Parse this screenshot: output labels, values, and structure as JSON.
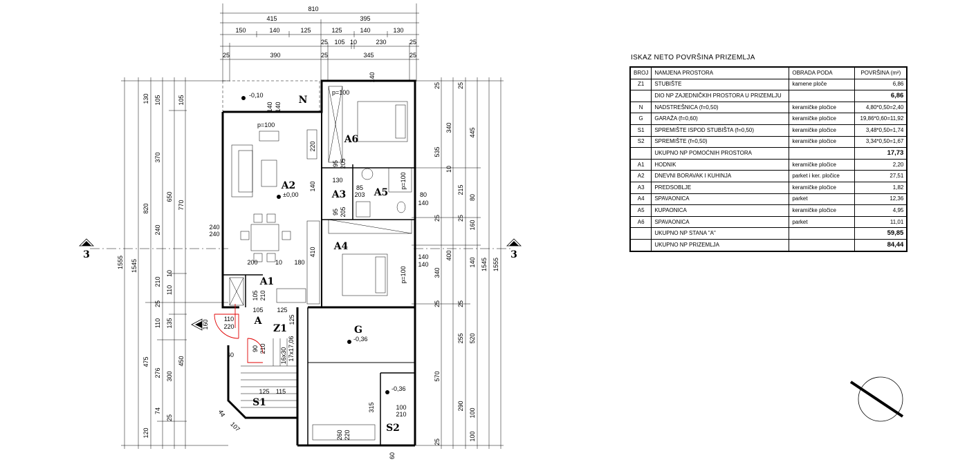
{
  "table": {
    "title": "ISKAZ NETO POVRŠINA PRIZEMLJA",
    "headers": [
      "BROJ",
      "NAMJENA PROSTORA",
      "OBRADA PODA",
      "POVRŠINA (m²)"
    ],
    "rows": [
      {
        "num": "Z1",
        "name": "STUBIŠTE",
        "floor": "kamene ploče",
        "area": "6,86",
        "type": "row"
      },
      {
        "num": "",
        "name": "DIO NP ZAJEDNIČKIH PROSTORA U PRIZEMLJU",
        "floor": "",
        "area": "6,86",
        "type": "sum"
      },
      {
        "num": "N",
        "name": "NADSTREŠNICA (f=0,50)",
        "floor": "keramičke pločice",
        "area": "4,80*0,50=2,40",
        "type": "row"
      },
      {
        "num": "G",
        "name": "GARAŽA (f=0,60)",
        "floor": "keramičke pločice",
        "area": "19,86*0,60=11,92",
        "type": "row"
      },
      {
        "num": "S1",
        "name": "SPREMIŠTE ISPOD STUBIŠTA (f=0,50)",
        "floor": "keramičke pločice",
        "area": "3,48*0,50=1,74",
        "type": "row"
      },
      {
        "num": "S2",
        "name": "SPREMIŠTE (f=0,50)",
        "floor": "keramičke pločice",
        "area": "3,34*0,50=1,67",
        "type": "row"
      },
      {
        "num": "",
        "name": "UKUPNO NP POMOĆNIH PROSTORA",
        "floor": "",
        "area": "17,73",
        "type": "sum"
      },
      {
        "num": "A1",
        "name": "HODNIK",
        "floor": "keramičke pločice",
        "area": "2,20",
        "type": "row"
      },
      {
        "num": "A2",
        "name": "DNEVNI BORAVAK I KUHINJA",
        "floor": "parket i ker. pločice",
        "area": "27,51",
        "type": "row"
      },
      {
        "num": "A3",
        "name": "PREDSOBLJE",
        "floor": "keramičke pločice",
        "area": "1,82",
        "type": "row"
      },
      {
        "num": "A4",
        "name": "SPAVAONICA",
        "floor": "parket",
        "area": "12,36",
        "type": "row"
      },
      {
        "num": "A5",
        "name": "KUPAONICA",
        "floor": "keramičke pločice",
        "area": "4,95",
        "type": "row"
      },
      {
        "num": "A6",
        "name": "SPAVAONICA",
        "floor": "parket",
        "area": "11,01",
        "type": "row"
      },
      {
        "num": "",
        "name": "UKUPNO NP STANA \"A\"",
        "floor": "",
        "area": "59,85",
        "type": "sum"
      },
      {
        "num": "",
        "name": "UKUPNO NP PRIZEMLJA",
        "floor": "",
        "area": "84,44",
        "type": "sum"
      }
    ]
  },
  "rooms": {
    "n": "N",
    "a6": "A6",
    "a2": "A2",
    "a3": "A3",
    "a5": "A5",
    "a4": "A4",
    "a1": "A1",
    "z1": "Z1",
    "g": "G",
    "s1": "S1",
    "s2": "S2",
    "entry": "A"
  },
  "levels": {
    "n": "-0,10",
    "a2": "±0,00",
    "g": "-0,36",
    "s2": "-0,36"
  },
  "door_labels": {
    "a6": "p=100",
    "a2": "p=100",
    "a5": "p=100",
    "a4": "p=100"
  },
  "section_marker": "3",
  "dims_top": {
    "row1": [
      "810"
    ],
    "row2": [
      "415",
      "395"
    ],
    "row3": [
      "150",
      "140",
      "125",
      "125",
      "140",
      "130"
    ],
    "row4": [
      "25",
      "105",
      "10",
      "230",
      "25"
    ],
    "row5": [
      "25",
      "390",
      "25",
      "345",
      "25"
    ]
  },
  "dims_left": {
    "outer": "1555",
    "second": "1545",
    "third": [
      "820",
      "475"
    ],
    "fourth": [
      "650",
      "120",
      "276",
      "74"
    ],
    "fifth": [
      "770",
      "450"
    ],
    "inner": [
      "130",
      "105",
      "105",
      "370",
      "240",
      "210",
      "10",
      "110",
      "25",
      "135",
      "110",
      "300",
      "25"
    ]
  },
  "dims_right": {
    "outer": "1555",
    "second": "1545",
    "third": [
      "535",
      "400",
      "520",
      "570"
    ],
    "fourth": [
      "340",
      "215",
      "340",
      "255",
      "290"
    ],
    "fifth": [
      "445",
      "80",
      "160",
      "140",
      "100",
      "100"
    ],
    "inner": [
      "25",
      "25",
      "10",
      "25",
      "25",
      "25",
      "25",
      "25"
    ]
  },
  "dims_inner": {
    "a6": [
      "140",
      "140",
      "140"
    ],
    "a2": [
      "220",
      "140",
      "410",
      "200",
      "10",
      "180",
      "240",
      "240"
    ],
    "a3": [
      "130",
      "85",
      "203",
      "95",
      "205",
      "95",
      "205"
    ],
    "a5": [
      "100",
      "80",
      "140"
    ],
    "a4": [
      "140",
      "140"
    ],
    "a1": [
      "105",
      "210",
      "105",
      "125",
      "125"
    ],
    "entry": [
      "110",
      "220",
      "160",
      "60"
    ],
    "stairs": [
      "90",
      "210",
      "16x30",
      "17x17,06"
    ],
    "s1": [
      "125",
      "115",
      "107",
      "44"
    ],
    "g": [
      "315"
    ],
    "s2": [
      "100",
      "210",
      "260",
      "220",
      "60"
    ]
  }
}
